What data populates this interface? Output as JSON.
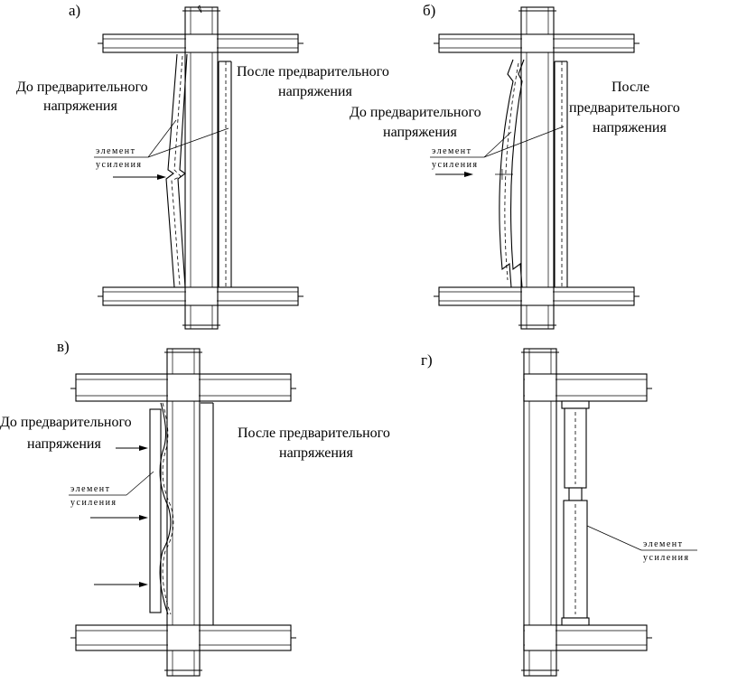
{
  "panels": {
    "a": {
      "letter": "а)",
      "before_line1": "До предварительного",
      "before_line2": "напряжения",
      "after_line1": "После предварительного",
      "after_line2": "напряжения",
      "element_line1": "элемент",
      "element_line2": "усиления"
    },
    "b": {
      "letter": "б)",
      "before_line1": "До предварительного",
      "before_line2": "напряжения",
      "after_line1": "После",
      "after_line2": "предварительного",
      "after_line3": "напряжения",
      "element_line1": "элемент",
      "element_line2": "усиления"
    },
    "v": {
      "letter": "в)",
      "before_line1": "До предварительного",
      "before_line2": "напряжения",
      "after_line1": "После предварительного",
      "after_line2": "напряжения",
      "element_line1": "элемент",
      "element_line2": "усиления"
    },
    "g": {
      "letter": "г)",
      "element_line1": "элемент",
      "element_line2": "усиления"
    }
  }
}
